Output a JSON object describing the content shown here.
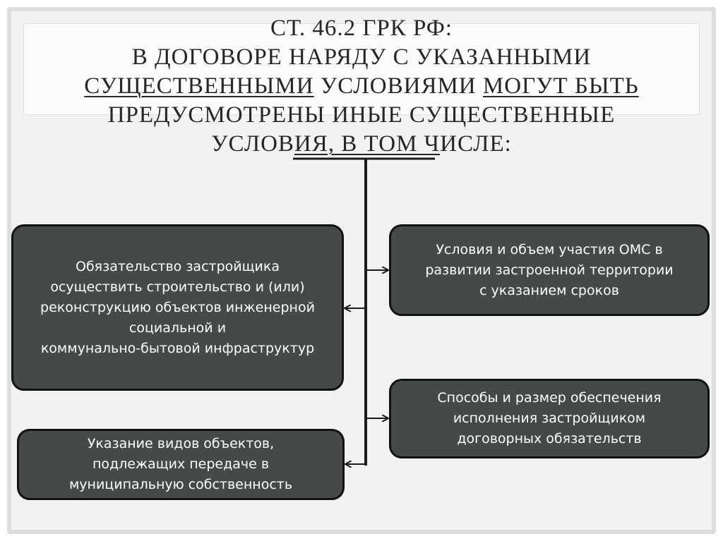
{
  "title": {
    "line1": "СТ. 46.2 ГРК РФ:",
    "line2": "В ДОГОВОРЕ НАРЯДУ С УКАЗАННЫМИ",
    "line3_underlined_a": "СУЩЕСТВЕННЫМИ",
    "line3_plain": " УСЛОВИЯМИ ",
    "line3_underlined_b": "МОГУТ БЫТЬ",
    "line4": "ПРЕДУСМОТРЕНЫ ИНЫЕ СУЩЕСТВЕННЫЕ",
    "line5_plain": "УСЛОВ",
    "line5_underlined": "ИЯ, В ТОМ Ч",
    "line5_end": "ИСЛЕ:"
  },
  "boxes": {
    "obligation": "Обязательство застройщика\nосуществить строительство и (или)\nреконструкцию объектов инженерной\nсоциальной и\nкоммунально-бытовой инфраструктур",
    "participation": "Условия и объем участия ОМС в\nразвитии застроенной территории\nс указанием сроков",
    "security": "Способы и размер обеспечения\nисполнения застройщиком\nдоговорных обязательств",
    "transfer": "Указание видов объектов,\nподлежащих передаче в\nмуниципальную собственность"
  },
  "colors": {
    "box_fill": "#444a48",
    "box_border": "#111111",
    "connector": "#1a1a1a",
    "background": "#f2f2f2"
  }
}
